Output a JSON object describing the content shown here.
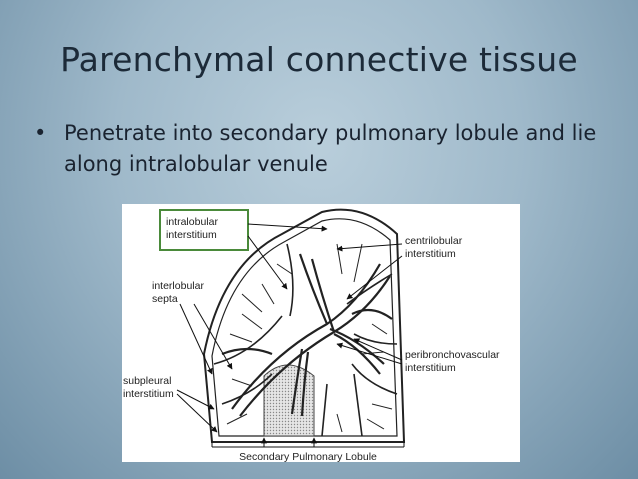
{
  "slide": {
    "title": "Parenchymal connective tissue",
    "bullets": [
      {
        "marker": "•",
        "text": "Penetrate into secondary pulmonary lobule and lie along intralobular venule"
      }
    ]
  },
  "figure": {
    "labels": {
      "intralobular_1": "intralobular",
      "intralobular_2": "interstitium",
      "centrilobular_1": "centrilobular",
      "centrilobular_2": "interstitium",
      "interlobular_1": "interlobular",
      "interlobular_2": "septa",
      "peribronchovascular_1": "peribronchovascular",
      "peribronchovascular_2": "interstitium",
      "subpleural_1": "subpleural",
      "subpleural_2": "interstitium",
      "caption": "Secondary Pulmonary Lobule"
    },
    "highlight_color": "#4a8a3a"
  }
}
